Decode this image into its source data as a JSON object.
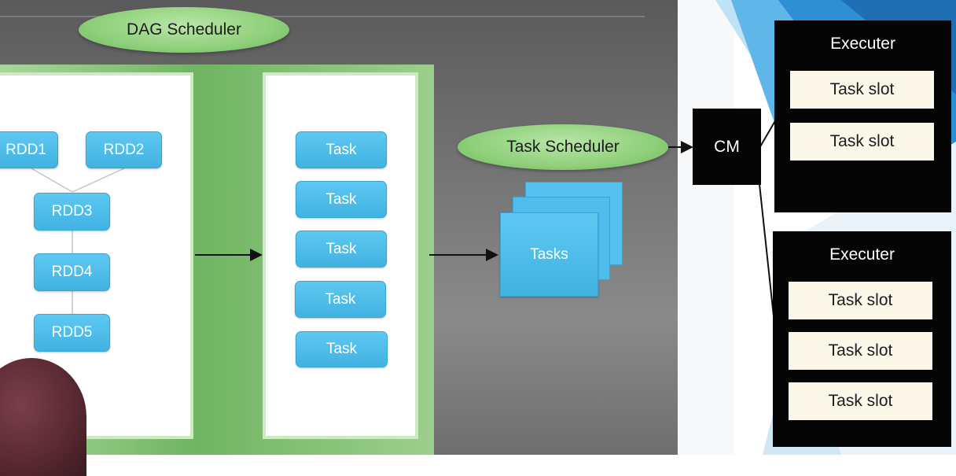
{
  "dag_scheduler": {
    "label": "DAG Scheduler"
  },
  "rdds": [
    "RDD1",
    "RDD2",
    "RDD3",
    "RDD4",
    "RDD5"
  ],
  "tasks": [
    "Task",
    "Task",
    "Task",
    "Task",
    "Task"
  ],
  "task_scheduler": {
    "label": "Task Scheduler"
  },
  "tasks_stack": {
    "label": "Tasks"
  },
  "cluster_manager": {
    "label": "CM"
  },
  "executors": [
    {
      "title": "Executer",
      "slots": [
        "Task slot",
        "Task slot"
      ]
    },
    {
      "title": "Executer",
      "slots": [
        "Task slot",
        "Task slot",
        "Task slot"
      ]
    }
  ],
  "colors": {
    "task_blue": "#4bbdea",
    "scheduler_green": "#8fd07a",
    "executor_black": "#050505",
    "slot_cream": "#fbf8ea"
  }
}
